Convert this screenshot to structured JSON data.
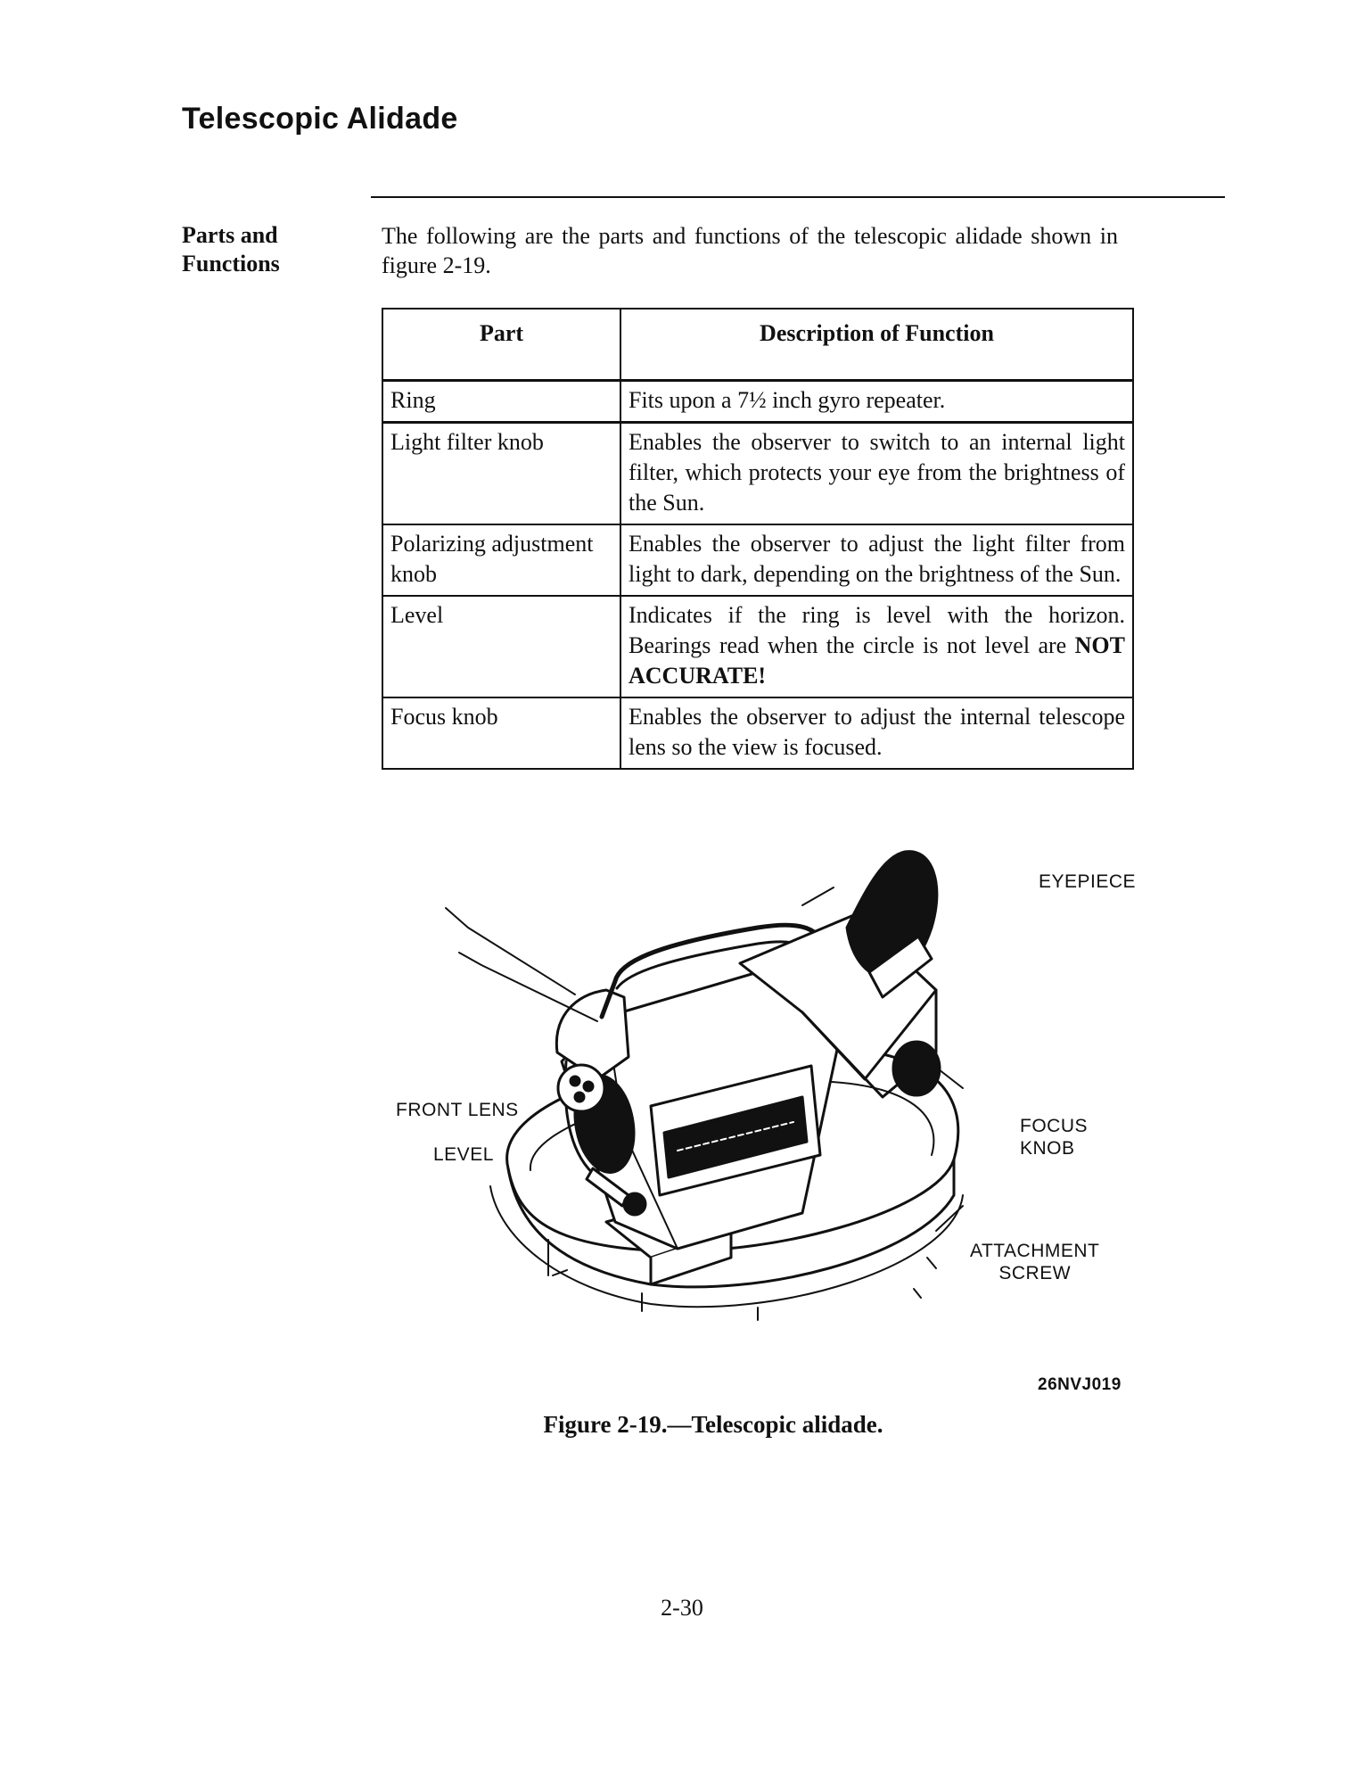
{
  "page": {
    "title": "Telescopic  Alidade",
    "page_number": "2-30"
  },
  "section": {
    "heading": "Parts and\nFunctions",
    "intro": "The following are the parts and functions of the telescopic alidade shown in figure 2-19."
  },
  "table": {
    "headers": [
      "Part",
      "Description  of  Function"
    ],
    "rows": [
      {
        "part": "Ring",
        "description": "Fits upon a 7½ inch gyro repeater."
      },
      {
        "part": "Light filter knob",
        "description": "Enables the observer to switch to an internal light filter, which protects your eye from the brightness of the Sun."
      },
      {
        "part": "Polarizing adjustment knob",
        "description": "Enables the observer to adjust the light filter from light to dark, depending on the brightness of the Sun."
      },
      {
        "part": "Level",
        "description_prefix": "Indicates if the ring is level with the horizon. Bearings read when the circle is not level are ",
        "description_emphasis": "NOT ACCURATE!"
      },
      {
        "part": "Focus knob",
        "description": "Enables the observer to adjust the internal telescope lens so the view is focused."
      }
    ]
  },
  "figure": {
    "labels": {
      "eyepiece": "EYEPIECE",
      "focus_knob": "FOCUS\nKNOB",
      "front_lens": "FRONT LENS",
      "level": "LEVEL",
      "attachment_screw": "ATTACHMENT\nSCREW",
      "code": "26NVJ019"
    },
    "caption": "Figure  2-19.—Telescopic  alidade."
  }
}
